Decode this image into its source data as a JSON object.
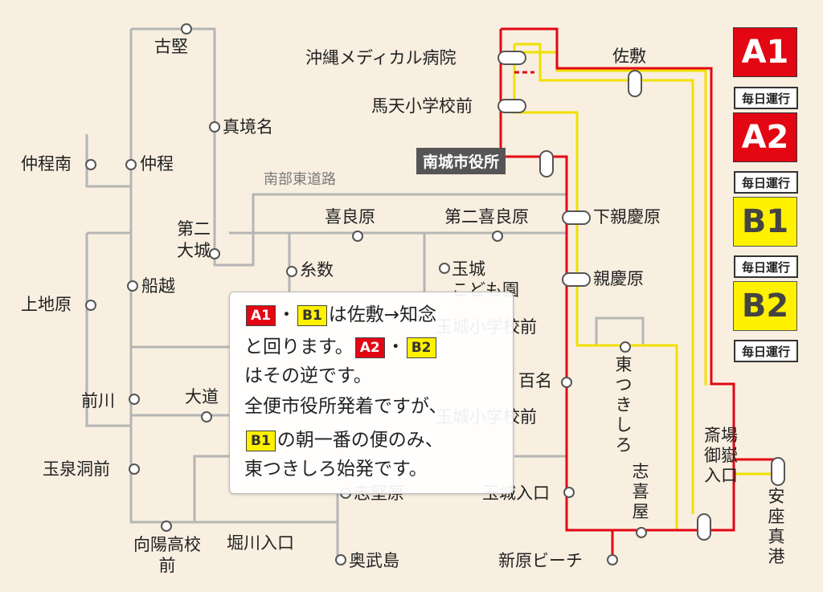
{
  "route_badges": [
    {
      "code": "A1",
      "label": "毎日運行",
      "color": "#e30613"
    },
    {
      "code": "A2",
      "label": "毎日運行",
      "color": "#e30613"
    },
    {
      "code": "B1",
      "label": "毎日運行",
      "color": "#fff100"
    },
    {
      "code": "B2",
      "label": "毎日運行",
      "color": "#fff100"
    }
  ],
  "road_label": "南部東道路",
  "city_hall": "南城市役所",
  "stops": {
    "furugen": "古堅",
    "magusukuna": "真境名",
    "nakahodominami": "仲程南",
    "nakahodo": "仲程",
    "daini_oshiro": "第二\n大城",
    "kiyabaru": "喜良原",
    "daini_kiyabaru": "第二喜良原",
    "itokazu": "糸数",
    "tamagusuku_kodomoen": "玉城\nこども園",
    "funakoshi": "船越",
    "ueji": "上地原",
    "okinawa_medical": "沖縄メディカル病院",
    "hanta_school": "馬天小学校前",
    "sashiki": "佐敷",
    "shimoekeibaru": "下親慶原",
    "ekeibaru": "親慶原",
    "tamagusuku_school1": "玉城小学校前",
    "tamagusuku_school2": "玉城小学校前",
    "hyakuna": "百名",
    "higashi_tsukishiro": "東つきしろ",
    "maekawa": "前川",
    "omichi": "大道",
    "tamasendo": "玉泉洞前",
    "kogen": "志堅原",
    "tamagusuku_iriguchi": "玉城入口",
    "shikiya": "志喜屋",
    "seifa_utaki": "斎場御嶽入口",
    "azama_port": "安座真港",
    "koyo_high": "向陽高校\n前",
    "horikawa": "堀川入口",
    "okubu": "奥武島",
    "mibaru_beach": "新原ビーチ"
  },
  "note": {
    "line1_text": "は佐敷→知念",
    "line2_text": "と回ります。",
    "line3_text": "はその逆です。",
    "line4_text": "全便市役所発着ですが、",
    "line5_text": "の朝一番の便のみ、",
    "line6_text": "東つきしろ始発です。",
    "sep": "・"
  },
  "colors": {
    "red": "#e30613",
    "yellow": "#f0e000",
    "gray": "#b0b0b0",
    "background": "#f8efe0"
  }
}
